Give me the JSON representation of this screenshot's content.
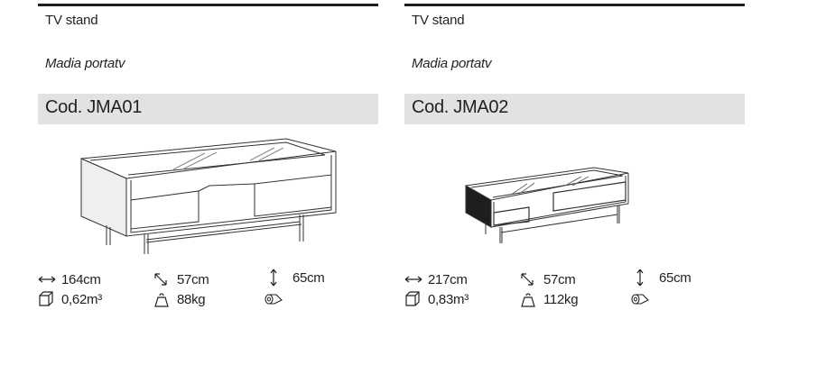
{
  "products": [
    {
      "type": "TV stand",
      "subtitle": "Madia portatv",
      "code": "Cod. JMA01",
      "width": "164cm",
      "depth": "57cm",
      "height": "65cm",
      "volume": "0,62m³",
      "weight": "88kg"
    },
    {
      "type": "TV stand",
      "subtitle": "Madia portatv",
      "code": "Cod. JMA02",
      "width": "217cm",
      "depth": "57cm",
      "height": "65cm",
      "volume": "0,83m³",
      "weight": "112kg"
    }
  ],
  "icons": [
    "width-arrow-icon",
    "depth-arrow-icon",
    "height-arrow-icon",
    "volume-box-icon",
    "weight-icon",
    "fabric-roll-icon"
  ]
}
